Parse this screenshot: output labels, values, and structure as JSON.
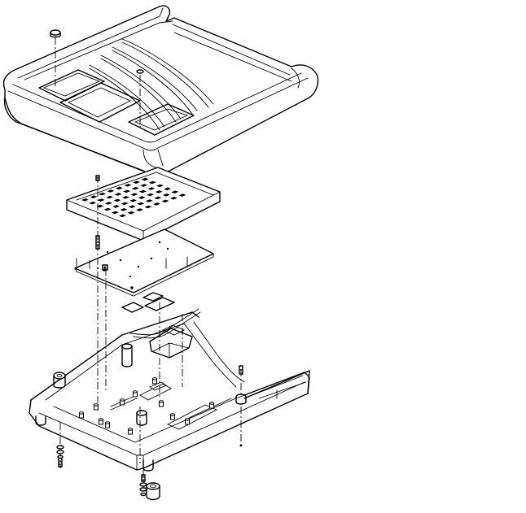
{
  "figure": {
    "kind": "exploded-assembly-line-drawing",
    "background": "#ffffff",
    "ink": "#000000",
    "parts": [
      {
        "id": "top-cover",
        "icon": "cover-icon"
      },
      {
        "id": "keypad",
        "icon": "keypad-icon"
      },
      {
        "id": "circuit-board",
        "icon": "pcb-icon"
      },
      {
        "id": "contact-pads",
        "icon": "pad-icon"
      },
      {
        "id": "base-housing",
        "icon": "housing-icon"
      },
      {
        "id": "fasteners",
        "icon": "screw-icon"
      },
      {
        "id": "rubber-foot",
        "icon": "foot-icon"
      }
    ]
  }
}
